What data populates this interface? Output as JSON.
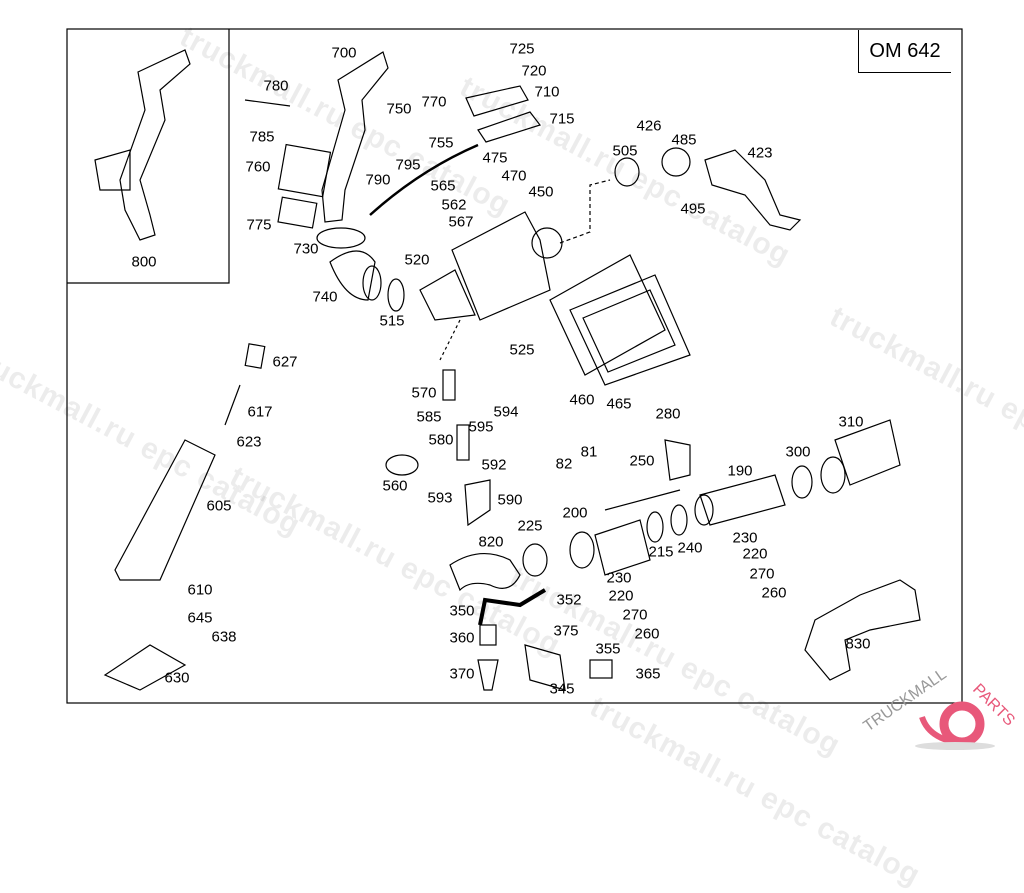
{
  "engine_code": "OM 642",
  "watermark": "truckmall.ru epc catalog",
  "logo": {
    "text_left": "TRUCKMALL",
    "text_right": "PARTS",
    "color": "#e8587a"
  },
  "callouts": [
    "800",
    "700",
    "780",
    "785",
    "760",
    "775",
    "730",
    "740",
    "750",
    "770",
    "755",
    "795",
    "790",
    "725",
    "720",
    "710",
    "715",
    "475",
    "470",
    "565",
    "562",
    "567",
    "450",
    "520",
    "515",
    "525",
    "426",
    "485",
    "505",
    "423",
    "495",
    "460",
    "465",
    "627",
    "617",
    "623",
    "605",
    "610",
    "645",
    "638",
    "630",
    "570",
    "585",
    "580",
    "595",
    "594",
    "592",
    "560",
    "593",
    "590",
    "280",
    "250",
    "82",
    "81",
    "190",
    "300",
    "310",
    "200",
    "225",
    "820",
    "215",
    "240",
    "230",
    "220",
    "270",
    "260",
    "230",
    "220",
    "270",
    "260",
    "350",
    "352",
    "360",
    "375",
    "355",
    "365",
    "370",
    "345",
    "830"
  ]
}
